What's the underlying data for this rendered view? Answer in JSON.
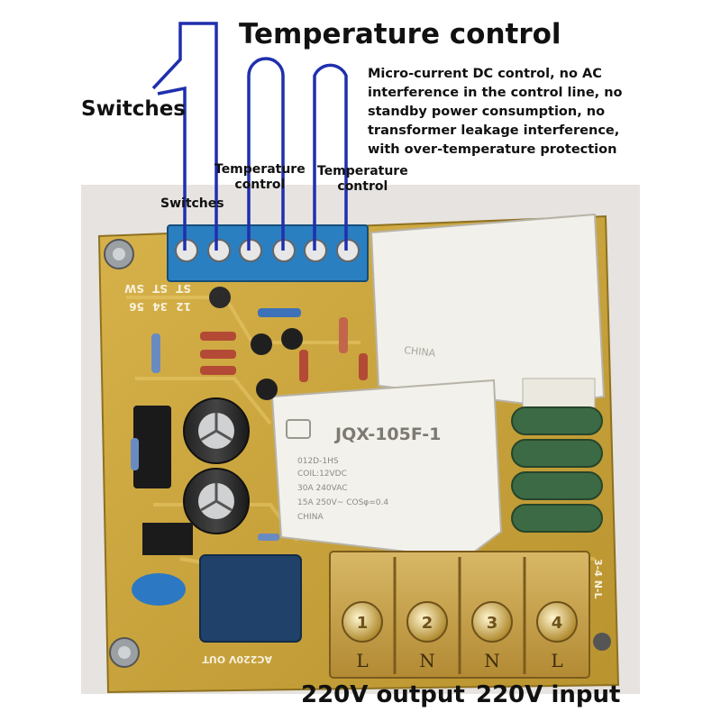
{
  "labels": {
    "title": "Temperature control",
    "switches_main": "Switches",
    "description_lines": [
      "Micro-current DC control, no AC",
      "interference in the control line, no",
      "standby power consumption, no",
      "transformer leakage interference,",
      "with over-temperature protection"
    ],
    "switches_small": "Switches",
    "temp_ctrl_left": [
      "Temperature",
      "control"
    ],
    "temp_ctrl_right": [
      "Temperature",
      "control"
    ],
    "output_label": "220V output",
    "input_label": "220V input"
  },
  "board": {
    "relay_small_brand": "JQX-105F-1",
    "relay_small_lines": [
      "012D-1HS",
      "COIL:12VDC",
      "30A 240VAC",
      "15A 250V~ COSφ=0.4",
      "CHINA"
    ],
    "relay_big_text": "CHINA",
    "silk_top": [
      "SW",
      "ST",
      "ST"
    ],
    "silk_nums": [
      "56",
      "34",
      "12"
    ],
    "silk_side": "3-4 N-L",
    "silk_bottom": "AC220V OUT",
    "terminal_marks": [
      "L",
      "N",
      "N",
      "L"
    ],
    "terminal_nums": [
      "1",
      "2",
      "3",
      "4"
    ]
  },
  "colors": {
    "wire_blue": "#1f2fae",
    "pcb_yellow": "#c9a53a",
    "terminal_blue": "#2a7fc0",
    "relay_white": "#f2f0ea",
    "resistor_green": "#3c6a44",
    "terminal_amber": "#c8a24c"
  }
}
